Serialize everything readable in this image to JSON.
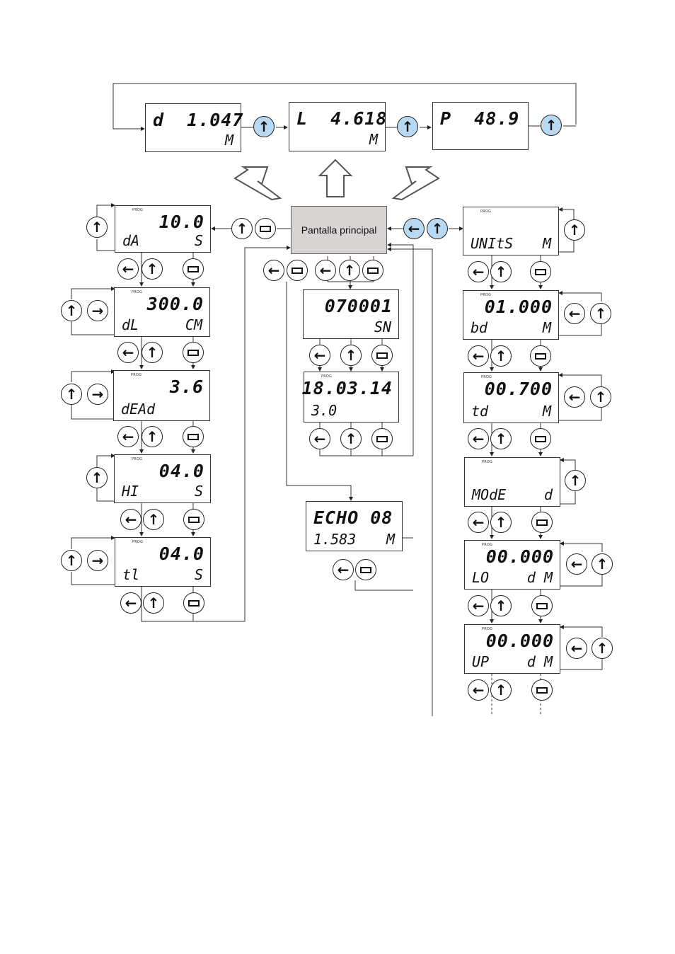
{
  "main_label": "Pantalla principal",
  "top_displays": [
    {
      "line1": "d  1.047",
      "line2": "M"
    },
    {
      "line1": "L  4.618",
      "line2": "M"
    },
    {
      "line1": "P  48.9",
      "line2": ""
    }
  ],
  "prog_label": "PROG",
  "left_column": [
    {
      "line1": "10.0",
      "line2a": "dA",
      "line2b": "S"
    },
    {
      "line1": "300.0",
      "line2a": "dL",
      "line2b": "CM"
    },
    {
      "line1": "3.6",
      "line2a": "dEAd",
      "line2b": ""
    },
    {
      "line1": "04.0",
      "line2a": "HI",
      "line2b": "S"
    },
    {
      "line1": "04.0",
      "line2a": "tl",
      "line2b": "S"
    }
  ],
  "center_column": [
    {
      "line1": "070001",
      "line2a": "",
      "line2b": "SN"
    },
    {
      "line1": "18.03.14",
      "line2a": "3.0",
      "line2b": ""
    }
  ],
  "echo_display": {
    "line1": "ECHO 08",
    "line2a": "1.583",
    "line2b": "M"
  },
  "right_column": [
    {
      "line1": "",
      "line2a": "UNItS",
      "line2b": "M"
    },
    {
      "line1": "01.000",
      "line2a": "bd",
      "line2b": "M"
    },
    {
      "line1": "00.700",
      "line2a": "td",
      "line2b": "M"
    },
    {
      "line1": "",
      "line2a": "MOdE",
      "line2b": "d"
    },
    {
      "line1": "00.000",
      "line2a": "LO",
      "line2b": "d M"
    },
    {
      "line1": "00.000",
      "line2a": "UP",
      "line2b": "d M"
    }
  ],
  "icons": {
    "up": "↑",
    "left": "←",
    "right": "→",
    "enter": "enter-rectangle"
  },
  "colors": {
    "main_box": "#d9d4d4",
    "highlight_button": "#b9d9f3"
  }
}
